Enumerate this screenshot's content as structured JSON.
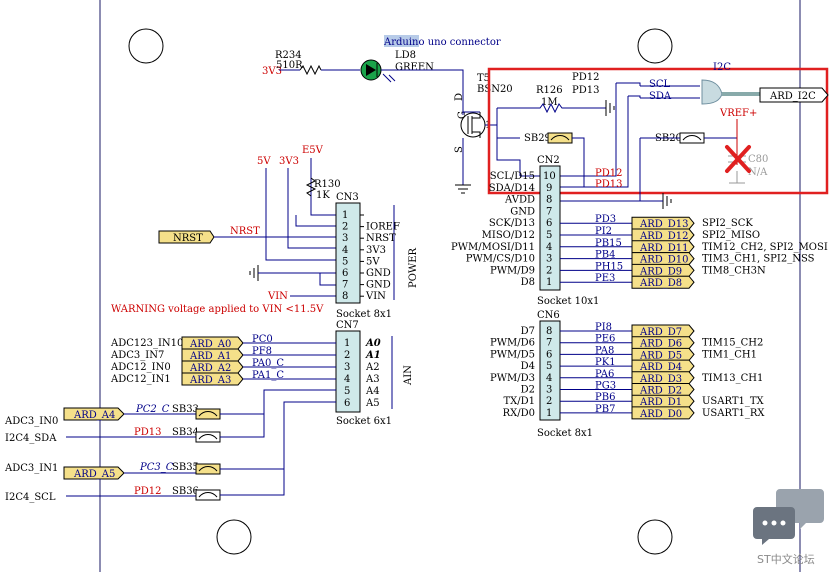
{
  "header": {
    "arduino_word": "Arduino",
    "connector_rest": " uno connector"
  },
  "components": {
    "r234": {
      "ref": "R234",
      "value": "510R"
    },
    "ld8": {
      "ref": "LD8",
      "value": "GREEN"
    },
    "t5": {
      "ref": "T5",
      "value": "BSN20"
    },
    "r126": {
      "ref": "R126",
      "value": "1M"
    },
    "r130": {
      "ref": "R130",
      "value": "1K"
    },
    "sb29": "SB29",
    "sb20": "SB20",
    "c80": {
      "ref": "C80",
      "value": "N/A"
    },
    "sb33": "SB33",
    "sb34": "SB34",
    "sb35": "SB35",
    "sb36": "SB36"
  },
  "nets": {
    "v3v3_left": "3V3",
    "pin_d": "D",
    "pin_g": "G",
    "pin_s": "S",
    "pin_1": "1",
    "pd12_top": "PD12",
    "pd13_top": "PD13",
    "scl": "SCL",
    "sda": "SDA",
    "i2c": "I2C",
    "ard_i2c": "ARD_I2C",
    "vref": "VREF+",
    "v5v": "5V",
    "v3v3": "3V3",
    "e5v": "E5V",
    "nrst_flag": "NRST",
    "nrst_net": "NRST",
    "vin_net": "VIN",
    "warning": "WARNING voltage applied to VIN <11.5V",
    "pd12_cn2": "PD12",
    "pd13_cn2": "PD13"
  },
  "cn3": {
    "ref": "CN3",
    "footer": "Socket 8x1",
    "side_label": "POWER",
    "pins": [
      "1",
      "2",
      "3",
      "4",
      "5",
      "6",
      "7",
      "8"
    ],
    "names": [
      "",
      "IOREF",
      "NRST",
      "3V3",
      "5V",
      "GND",
      "GND",
      "VIN"
    ]
  },
  "cn7": {
    "ref": "CN7",
    "footer": "Socket 6x1",
    "side_label": "AIN",
    "pins": [
      "1",
      "2",
      "3",
      "4",
      "5",
      "6"
    ],
    "names_italic": [
      "A0",
      "A1"
    ],
    "names": [
      "A2",
      "A3",
      "A4",
      "A5"
    ],
    "nets": [
      "PC0",
      "PF8",
      "PA0_C",
      "PA1_C"
    ],
    "flags": [
      "ARD_A0",
      "ARD_A1",
      "ARD_A2",
      "ARD_A3"
    ],
    "signals": [
      "ADC123_IN10",
      "ADC3_IN7",
      "ADC12_IN0",
      "ADC12_IN1"
    ]
  },
  "cn2": {
    "ref": "CN2",
    "footer": "Socket 10x1",
    "pins": [
      "10",
      "9",
      "8",
      "7",
      "6",
      "5",
      "4",
      "3",
      "2",
      "1"
    ],
    "left_labels": [
      "SCL/D15",
      "SDA/D14",
      "AVDD",
      "GND",
      "SCK/D13",
      "MISO/D12",
      "PWM/MOSI/D11",
      "PWM/CS/D10",
      "PWM/D9",
      "D8"
    ],
    "nets": [
      "PD3",
      "PI2",
      "PB15",
      "PB4",
      "PH15",
      "PE3"
    ],
    "flags": [
      "ARD_D13",
      "ARD_D12",
      "ARD_D11",
      "ARD_D10",
      "ARD_D9",
      "ARD_D8"
    ],
    "functions": [
      "SPI2_SCK",
      "SPI2_MISO",
      "TIM12_CH2, SPI2_MOSI",
      "TIM3_CH1, SPI2_NSS",
      "TIM8_CH3N"
    ]
  },
  "cn6": {
    "ref": "CN6",
    "footer": "Socket 8x1",
    "pins": [
      "8",
      "7",
      "6",
      "5",
      "4",
      "3",
      "2",
      "1"
    ],
    "left_labels": [
      "D7",
      "PWM/D6",
      "PWM/D5",
      "D4",
      "PWM/D3",
      "D2",
      "TX/D1",
      "RX/D0"
    ],
    "nets": [
      "PI8",
      "PE6",
      "PA8",
      "PK1",
      "PA6",
      "PG3",
      "PB6",
      "PB7"
    ],
    "flags": [
      "ARD_D7",
      "ARD_D6",
      "ARD_D5",
      "ARD_D4",
      "ARD_D3",
      "ARD_D2",
      "ARD_D1",
      "ARD_D0"
    ],
    "functions": [
      "TIM15_CH2",
      "TIM1_CH1",
      "TIM13_CH1",
      "USART1_TX",
      "USART1_RX"
    ]
  },
  "bottom_left": {
    "adc3_in0": "ADC3_IN0",
    "ard_a4": "ARD_A4",
    "pc2_c": "PC2_C",
    "i2c4_sda": "I2C4_SDA",
    "pd13": "PD13",
    "adc3_in1": "ADC3_IN1",
    "ard_a5": "ARD_A5",
    "pc3_c": "PC3_C",
    "i2c4_scl": "I2C4_SCL",
    "pd12": "PD12"
  },
  "watermark": {
    "text": "ST中文论坛"
  },
  "colors": {
    "highlight_box": "#e02020",
    "flag_fill": "#f5e08a",
    "connector_fill": "#cfe9ea",
    "wire": "#000088",
    "red_text": "#cc0000"
  }
}
